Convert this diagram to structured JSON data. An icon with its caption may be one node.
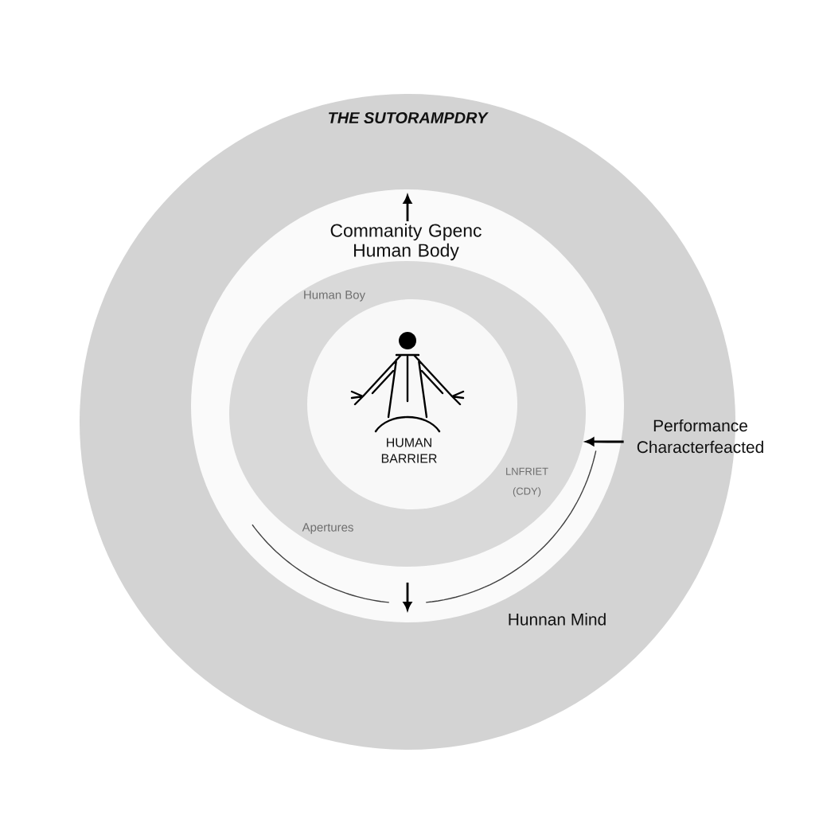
{
  "diagram": {
    "nodes": [
      {
        "text": [
          "THE SUTORAMPDRY",
          "Hunnan Mind"
        ]
      },
      {
        "text": [
          "Commanity Gpenc Human Body"
        ],
        "in": 0
      },
      {
        "text": [
          "Human Boy",
          "LNFRIET (CDY)",
          "Apertures"
        ],
        "in": 1
      },
      {
        "text": [
          "HUMAN BARRIER"
        ],
        "in": 2
      },
      {
        "text": [
          "Performance Characterfeacted"
        ]
      }
    ],
    "edges": [
      {
        "from": 4,
        "to": 2,
        "arrow": "to"
      }
    ]
  }
}
